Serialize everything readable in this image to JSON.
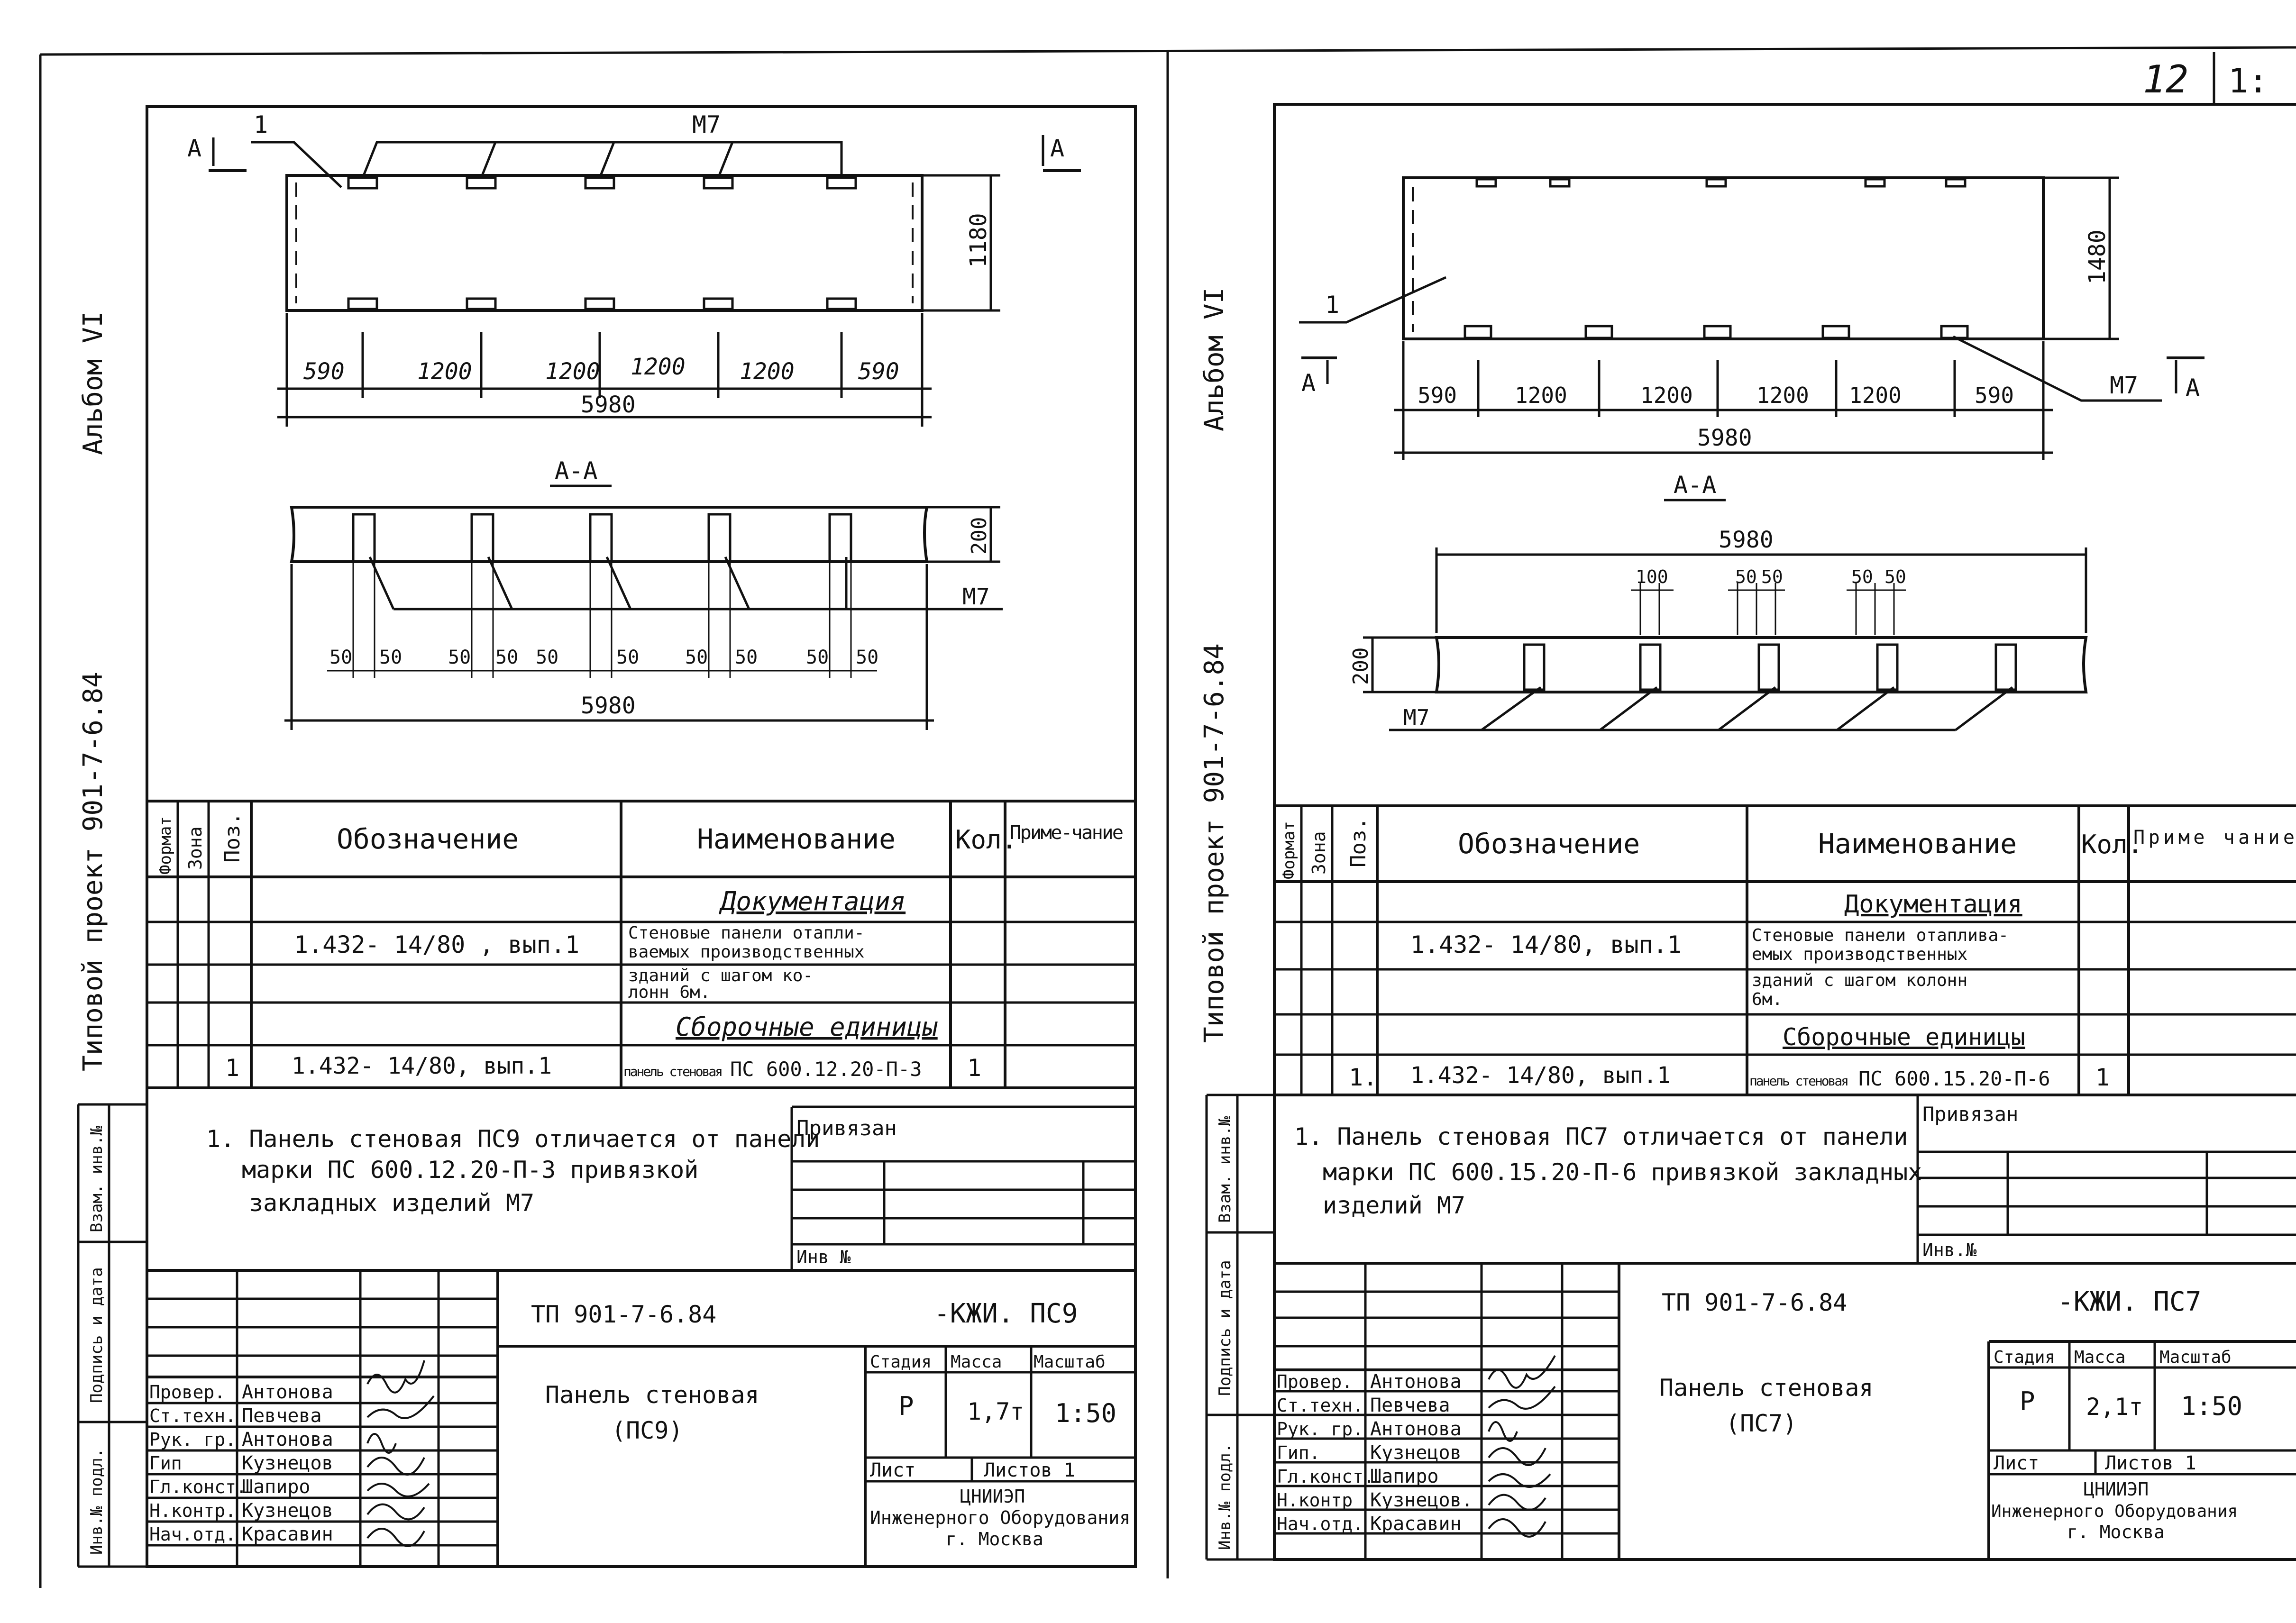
{
  "header": {
    "sheet_number": "12",
    "sheet_number_next": "1:"
  },
  "left_sheet": {
    "side_album": "Альбом VI",
    "side_project": "Типовой  проект  901-7-6.84",
    "plan": {
      "section_marker_left": "А",
      "section_marker_right": "А",
      "callout_pos": "1",
      "embed_label": "М7",
      "height_dim": "1180",
      "spans": [
        "590",
        "1200",
        "1200",
        "1200",
        "1200",
        "590"
      ],
      "total": "5980"
    },
    "section": {
      "title": "А-А",
      "thickness": "200",
      "embed_label": "М7",
      "small_dims": [
        "50",
        "50",
        "50",
        "50",
        "50",
        "50",
        "50",
        "50",
        "50",
        "50"
      ],
      "total": "5980"
    },
    "spec_table": {
      "headers": {
        "format": "Формат",
        "zone": "Зона",
        "pos": "Поз.",
        "designation": "Обозначение",
        "name": "Наименование",
        "qty": "Кол.",
        "note": "Приме-чание"
      },
      "section_doc": "Документация",
      "doc_designation": "1.432- 14/80 , вып.1",
      "doc_name_lines": [
        "Стеновые панели отапли-",
        "ваемых производственных",
        "зданий  с шагом  ко-",
        "лонн  6м."
      ],
      "section_units": "Сборочные единицы",
      "unit_pos": "1",
      "unit_designation": "1.432- 14/80, вып.1",
      "unit_name_prefix": "панель стеновая",
      "unit_name": "ПС 600.12.20-П-3",
      "unit_qty": "1"
    },
    "note_lines": [
      "1. Панель стеновая ПС9 отличается от панели",
      "марки  ПС 600.12.20-П-3  привязкой",
      "закладных  изделий  М7"
    ],
    "attach": {
      "title": "Привязан",
      "inv": "Инв №"
    },
    "stamp": {
      "code": "ТП 901-7-6.84",
      "mark": "-КЖИ. ПС9",
      "title_line1": "Панель стеновая",
      "title_line2": "(ПС9)",
      "stage_label": "Стадия",
      "mass_label": "Масса",
      "scale_label": "Масштаб",
      "stage": "Р",
      "mass": "1,7т",
      "scale": "1:50",
      "sheet_label": "Лист",
      "sheets_label": "Листов 1",
      "org_lines": [
        "ЦНИИЭП",
        "Инженерного Оборудования",
        "г. Москва"
      ],
      "roles": [
        "Провер.",
        "Ст.техн.",
        "Рук. гр.",
        "Гип",
        "Гл.конст.",
        "Н.контр.",
        "Нач.отд."
      ],
      "names": [
        "Антонова",
        "Певчева",
        "Антонова",
        "Кузнецов",
        "Шапиро",
        "Кузнецов",
        "Красавин"
      ]
    },
    "margin_labels": [
      "Инв.№ подл.",
      "Подпись и дата",
      "Взам. инв.№"
    ]
  },
  "right_sheet": {
    "side_album": "Альбом VI",
    "side_project": "Типовой  проект  901-7-6.84",
    "plan": {
      "section_marker_left": "А",
      "section_marker_right": "А",
      "callout_pos": "1",
      "embed_label": "М7",
      "height_dim": "1480",
      "spans": [
        "590",
        "1200",
        "1200",
        "1200",
        "1200",
        "590"
      ],
      "total": "5980"
    },
    "section": {
      "title": "А-А",
      "total": "5980",
      "thickness": "200",
      "embed_label": "М7",
      "top_dims": [
        "100",
        "50",
        "50",
        "50",
        "50"
      ]
    },
    "spec_table": {
      "headers": {
        "format": "Формат",
        "zone": "Зона",
        "pos": "Поз.",
        "designation": "Обозначение",
        "name": "Наименование",
        "qty": "Кол.",
        "note": "Приме чание"
      },
      "section_doc": "Документация",
      "doc_designation": "1.432- 14/80, вып.1",
      "doc_name_lines": [
        "Стеновые панели отаплива-",
        "емых производственных",
        "зданий  с шагом колонн",
        "6м."
      ],
      "section_units": "Сборочные единицы",
      "unit_pos": "1.",
      "unit_designation": "1.432- 14/80, вып.1",
      "unit_name_prefix": "панель стеновая",
      "unit_name": "ПС 600.15.20-П-6",
      "unit_qty": "1"
    },
    "note_lines": [
      "1. Панель стеновая ПС7 отличается  от панели",
      "марки ПС 600.15.20-П-6  привязкой  закладных",
      "изделий  М7"
    ],
    "attach": {
      "title": "Привязан",
      "inv": "Инв.№"
    },
    "stamp": {
      "code": "ТП 901-7-6.84",
      "mark": "-КЖИ. ПС7",
      "title_line1": "Панель стеновая",
      "title_line2": "(ПС7)",
      "stage_label": "Стадия",
      "mass_label": "Масса",
      "scale_label": "Масштаб",
      "stage": "Р",
      "mass": "2,1т",
      "scale": "1:50",
      "sheet_label": "Лист",
      "sheets_label": "Листов 1",
      "org_lines": [
        "ЦНИИЭП",
        "Инженерного Оборудования",
        "г. Москва"
      ],
      "roles": [
        "Провер.",
        "Ст.техн.",
        "Рук. гр.",
        "Гип.",
        "Гл.конст.",
        "Н.контр",
        "Нач.отд."
      ],
      "names": [
        "Антонова",
        "Певчева",
        "Антонова",
        "Кузнецов",
        "Шапиро",
        "Кузнецов.",
        "Красавин"
      ]
    },
    "margin_labels": [
      "Инв.№ подл.",
      "Подпись и дата",
      "Взам. инв.№"
    ]
  }
}
